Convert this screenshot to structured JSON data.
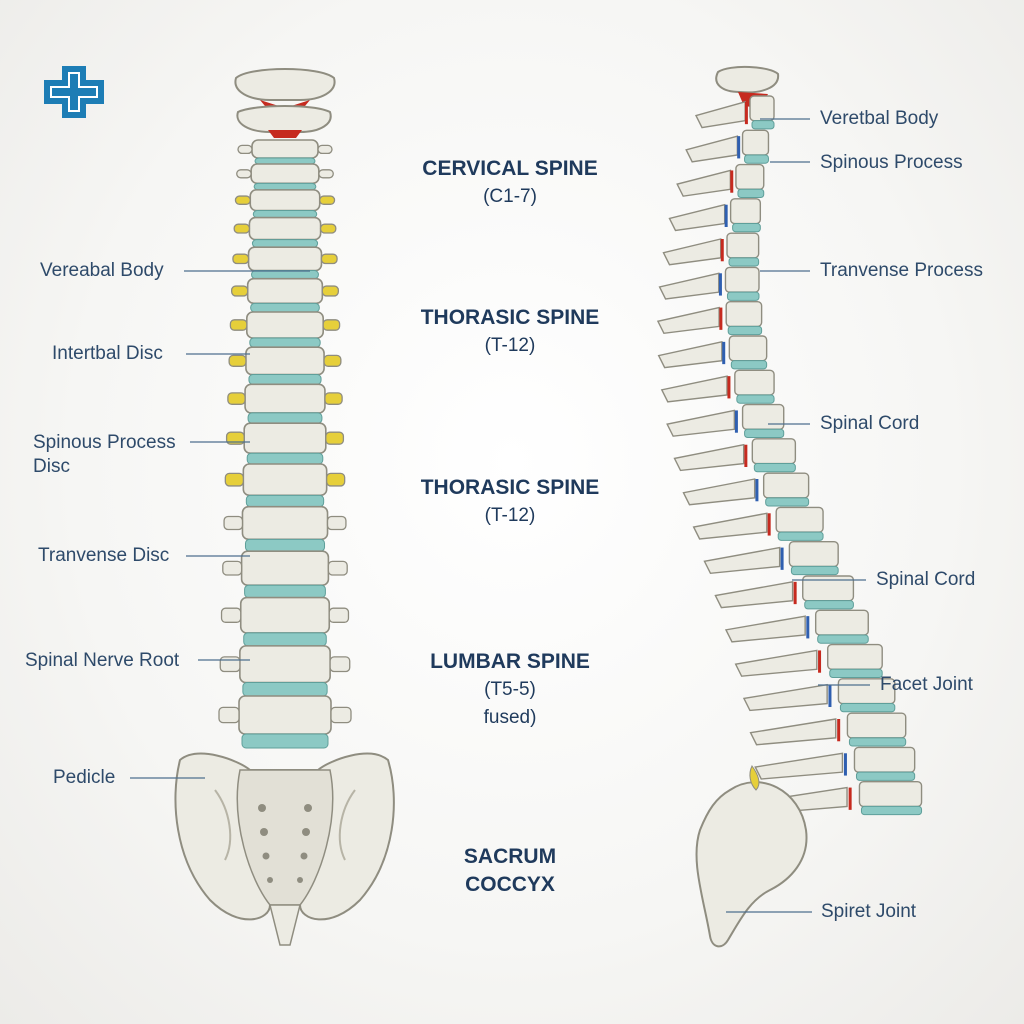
{
  "colors": {
    "logo": "#1d7db5",
    "bone": "#ecebe3",
    "bone_shadow": "#c9c7bb",
    "disc": "#8cc9c4",
    "nerve": "#e6cf3a",
    "cord_red": "#c62a1f",
    "cord_blue": "#2f5fb0",
    "text": "#2e4a6a",
    "heading": "#1f3a5c"
  },
  "logo": {
    "icon": "medical-cross-icon"
  },
  "front_labels": [
    {
      "text": "Vereabal Body"
    },
    {
      "text": "Intertbal Disc"
    },
    {
      "text": "Spinous Process\nDisc"
    },
    {
      "text": "Tranvense Disc"
    },
    {
      "text": "Spinal Nerve Root"
    },
    {
      "text": "Pedicle"
    }
  ],
  "regions": [
    {
      "title": "CERVICAL SPINE",
      "sub": "(C1-7)"
    },
    {
      "title": "THORASIC SPINE",
      "sub": "(T-12)"
    },
    {
      "title": "THORASIC SPINE",
      "sub": "(T-12)"
    },
    {
      "title": "LUMBAR SPINE",
      "sub": "(T5-5)\nfused)"
    },
    {
      "title": "SACRUM\nCOCCYX",
      "sub": ""
    }
  ],
  "side_labels": [
    {
      "text": "Veretbal Body"
    },
    {
      "text": "Spinous Process"
    },
    {
      "text": "Tranvense Process"
    },
    {
      "text": "Spinal Cord"
    },
    {
      "text": "Spinal Cord"
    },
    {
      "text": "Facet Joint"
    },
    {
      "text": "Spiret Joint"
    }
  ]
}
